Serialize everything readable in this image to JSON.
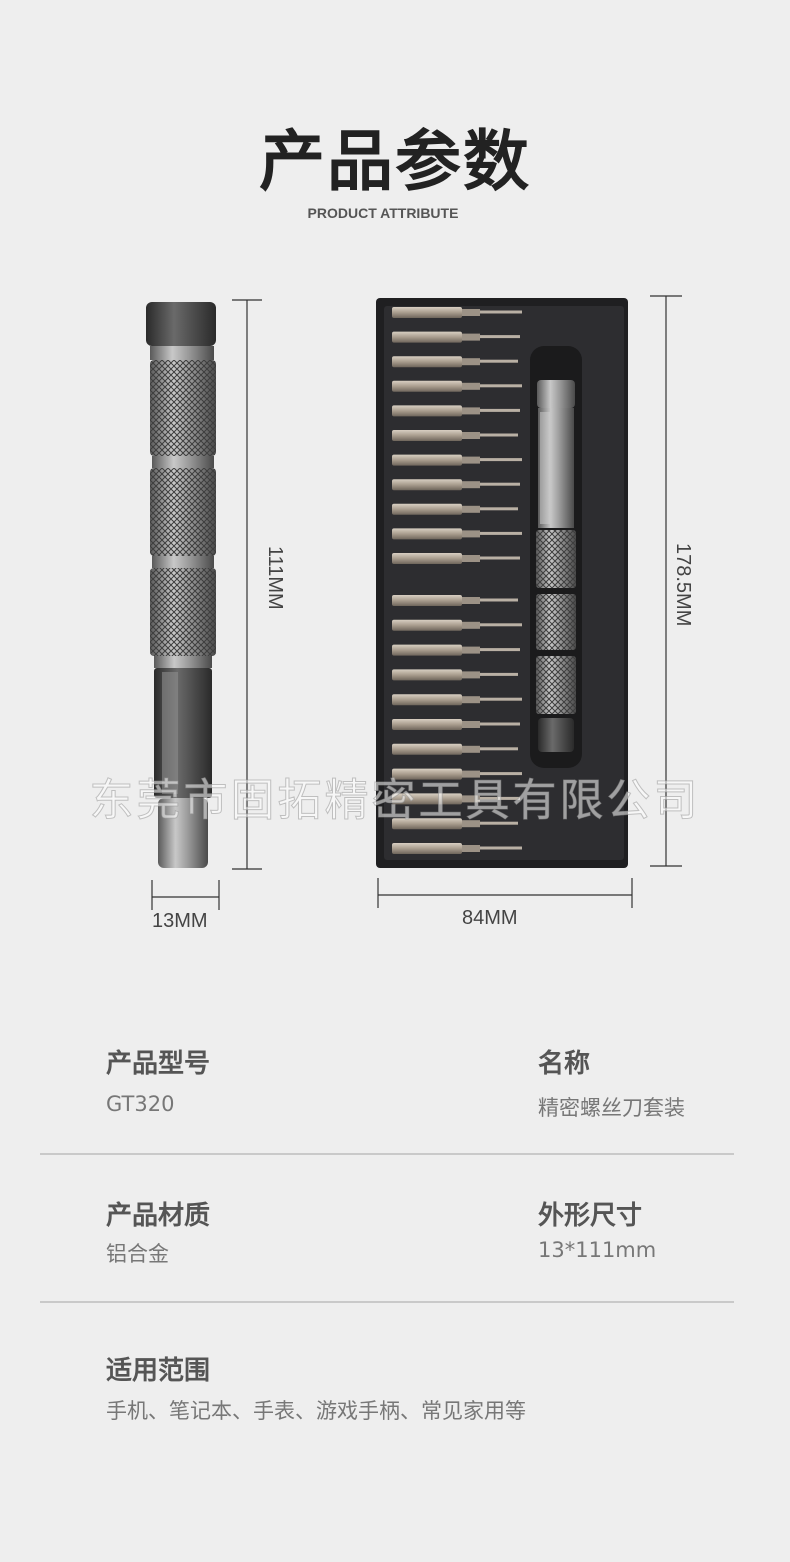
{
  "header": {
    "title": "产品参数",
    "subtitle": "PRODUCT ATTRIBUTE"
  },
  "dimensions": {
    "handle_length": "111MM",
    "handle_diameter": "13MM",
    "case_height": "178.5MM",
    "case_width": "84MM"
  },
  "watermark": "东莞市固拓精密工具有限公司",
  "specs": {
    "model_label": "产品型号",
    "model_value": "GT320",
    "name_label": "名称",
    "name_value": "精密螺丝刀套装",
    "material_label": "产品材质",
    "material_value": "铝合金",
    "size_label": "外形尺寸",
    "size_value": "13*111mm",
    "usage_label": "适用范围",
    "usage_value": "手机、笔记本、手表、游戏手柄、常见家用等"
  },
  "colors": {
    "background": "#eeeeee",
    "case": "#2a2a2c",
    "metal": "#8a8a8a"
  }
}
